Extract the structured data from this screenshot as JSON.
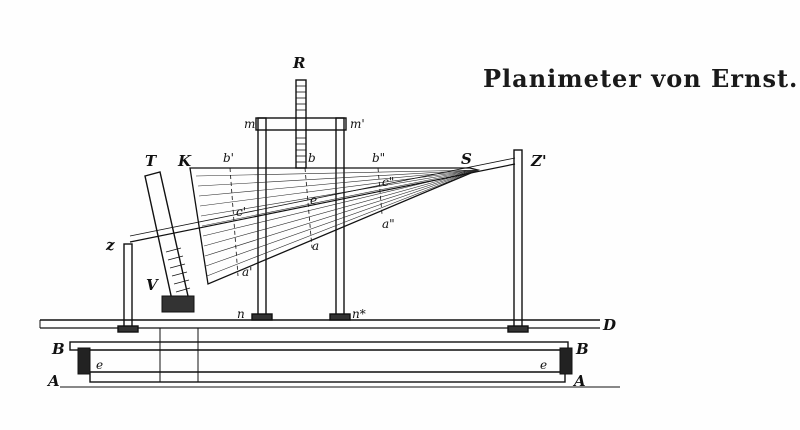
{
  "title": "Planimeter von Ernst.",
  "labels": {
    "R": "R",
    "m": "m",
    "m_prime": "m'",
    "T": "T",
    "K": "K",
    "b_prime": "b'",
    "b": "b",
    "b_dprime": "b\"",
    "S": "S",
    "Z_prime": "Z'",
    "c_dprime": "c\"",
    "e_mid": "e",
    "c_prime": "c'",
    "a_dprime": "a\"",
    "z": "z",
    "a": "a",
    "a_prime": "a'",
    "V": "V",
    "n": "n",
    "n_star": "n*",
    "D": "D",
    "B_left": "B",
    "B_right": "B",
    "e_left": "e",
    "e_right": "e",
    "A_left": "A",
    "A_right": "A"
  },
  "colors": {
    "ink": "#111111",
    "hatch": "#2a2a2a",
    "paper": "#fefefe"
  }
}
